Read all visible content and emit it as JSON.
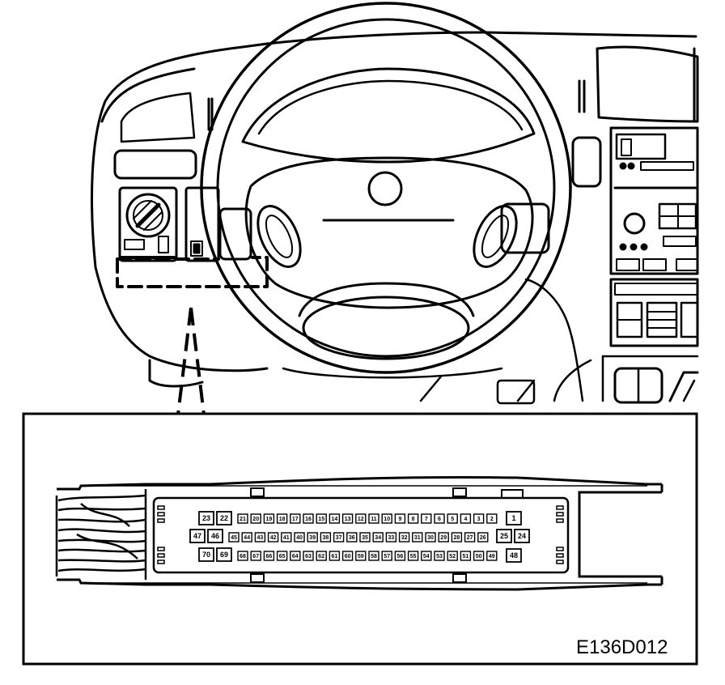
{
  "figure": {
    "code": "E136D012"
  },
  "connector": {
    "row_top_large": [
      "23",
      "22"
    ],
    "row_top_small": [
      "21",
      "20",
      "19",
      "18",
      "17",
      "16",
      "15",
      "14",
      "13",
      "12",
      "11",
      "10",
      "9",
      "8",
      "7",
      "6",
      "5",
      "4",
      "3",
      "2"
    ],
    "row_top_end": "1",
    "row_mid_left": [
      "47",
      "46"
    ],
    "row_mid_small": [
      "45",
      "44",
      "43",
      "42",
      "41",
      "40",
      "39",
      "38",
      "37",
      "36",
      "35",
      "34",
      "33",
      "32",
      "31",
      "30",
      "29",
      "28",
      "27",
      "26"
    ],
    "row_mid_right": [
      "25",
      "24"
    ],
    "row_bot_large": [
      "70",
      "69"
    ],
    "row_bot_small": [
      "68",
      "67",
      "66",
      "65",
      "64",
      "63",
      "62",
      "61",
      "60",
      "59",
      "58",
      "57",
      "56",
      "55",
      "54",
      "53",
      "52",
      "51",
      "50",
      "49"
    ],
    "row_bot_end": "48"
  }
}
